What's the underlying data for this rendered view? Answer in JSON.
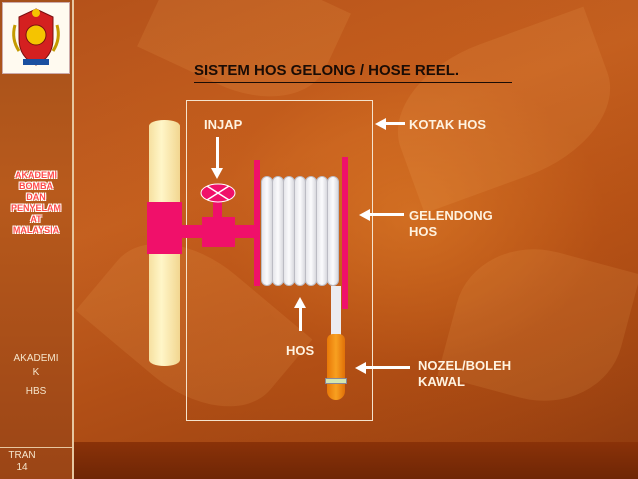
{
  "sidebar": {
    "title_lines": [
      "AKADEMI",
      "BOMBA",
      "DAN",
      "PENYELAM",
      "AT",
      "MALAYSIA"
    ],
    "sub_lines": [
      "AKADEMI",
      "K"
    ],
    "sub2": "HBS",
    "footer_lines": [
      "TRAN",
      "14"
    ],
    "logo_icon": "fire-department-crest-icon"
  },
  "slide": {
    "title": "SISTEM  HOS GELONG / HOSE REEL."
  },
  "labels": {
    "injap": "INJAP",
    "kotak_hos": "KOTAK  HOS",
    "gelendong": [
      "GELENDONG",
      "HOS"
    ],
    "hos": "HOS",
    "nozel": [
      "NOZEL/BOLEH",
      "KAWAL"
    ]
  },
  "colors": {
    "accent_pink": "#f0106a",
    "nozzle_orange": "#f8a020",
    "pipe_yellow": "#fff6c8",
    "title_dark": "#1a0c05",
    "label_light": "#fff3e0"
  }
}
